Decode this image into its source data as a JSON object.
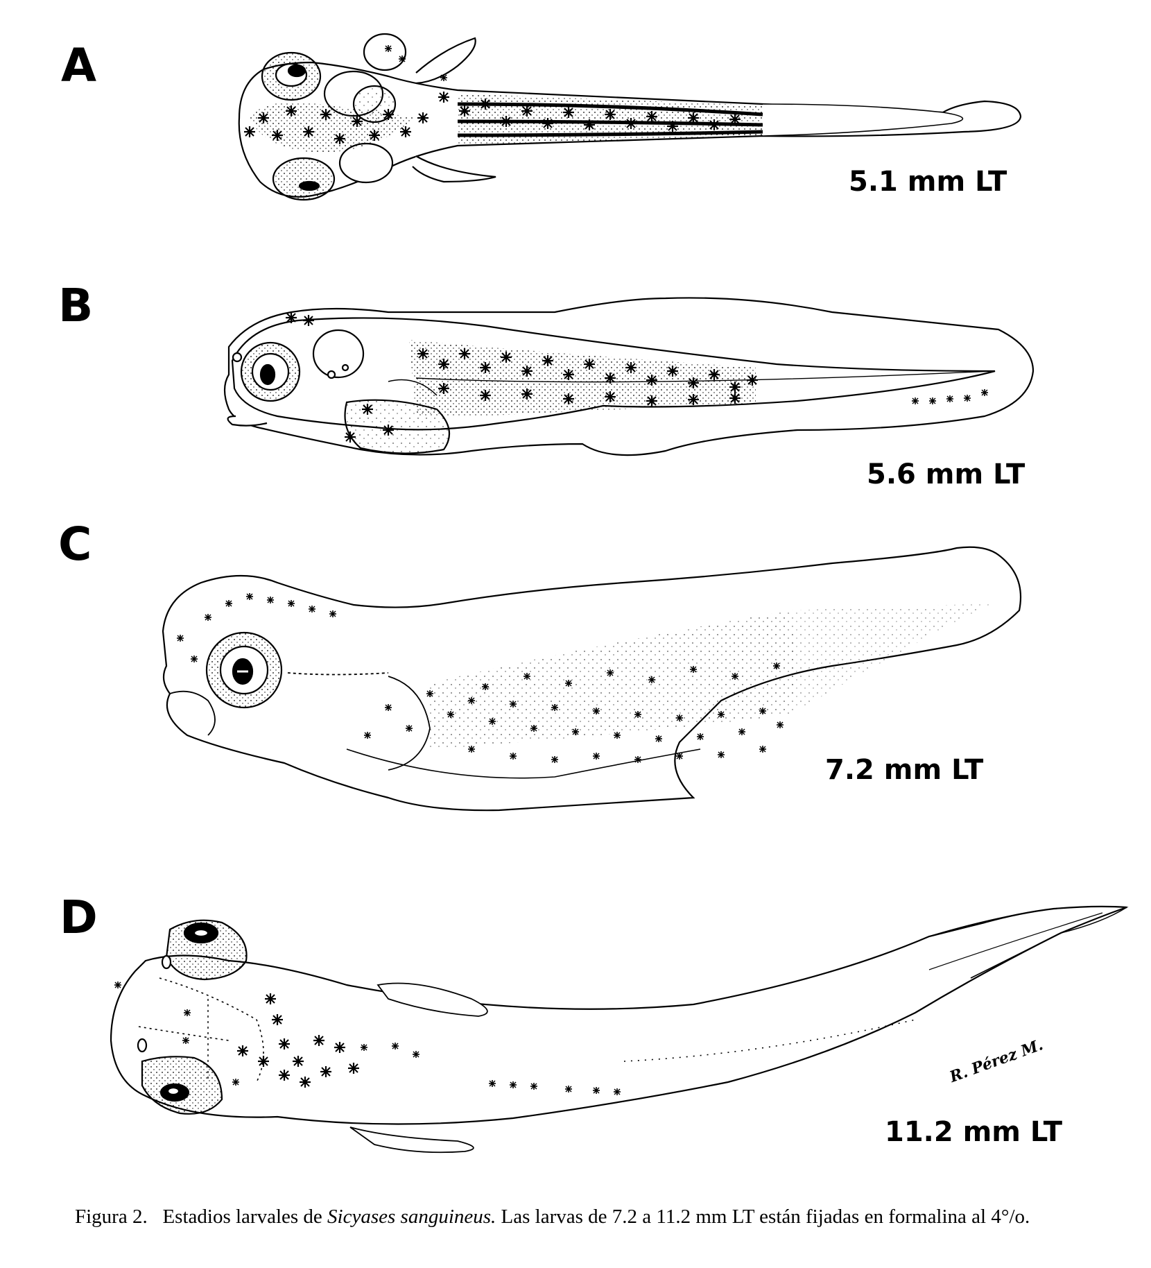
{
  "panels": [
    {
      "letter": "A",
      "size_label": "5.1 mm LT"
    },
    {
      "letter": "B",
      "size_label": "5.6 mm LT"
    },
    {
      "letter": "C",
      "size_label": "7.2 mm LT"
    },
    {
      "letter": "D",
      "size_label": "11.2 mm LT"
    }
  ],
  "signature": "R. Pérez M.",
  "caption": {
    "prefix": "Figura 2.",
    "text_before_species": "Estadios larvales de",
    "species": "Sicyases sanguineus.",
    "text_after_species": "Las larvas de 7.2 a 11.2 mm LT están fijadas en formalina al 4°/o."
  },
  "colors": {
    "ink": "#000000",
    "paper": "#ffffff"
  }
}
